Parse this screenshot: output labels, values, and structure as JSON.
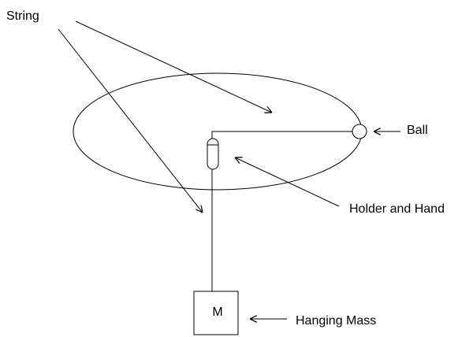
{
  "labels": {
    "string": "String",
    "ball": "Ball",
    "holder": "Holder and Hand",
    "hanging_mass": "Hanging Mass",
    "mass_symbol": "M"
  },
  "colors": {
    "line": "#000000",
    "background": "#ffffff"
  }
}
